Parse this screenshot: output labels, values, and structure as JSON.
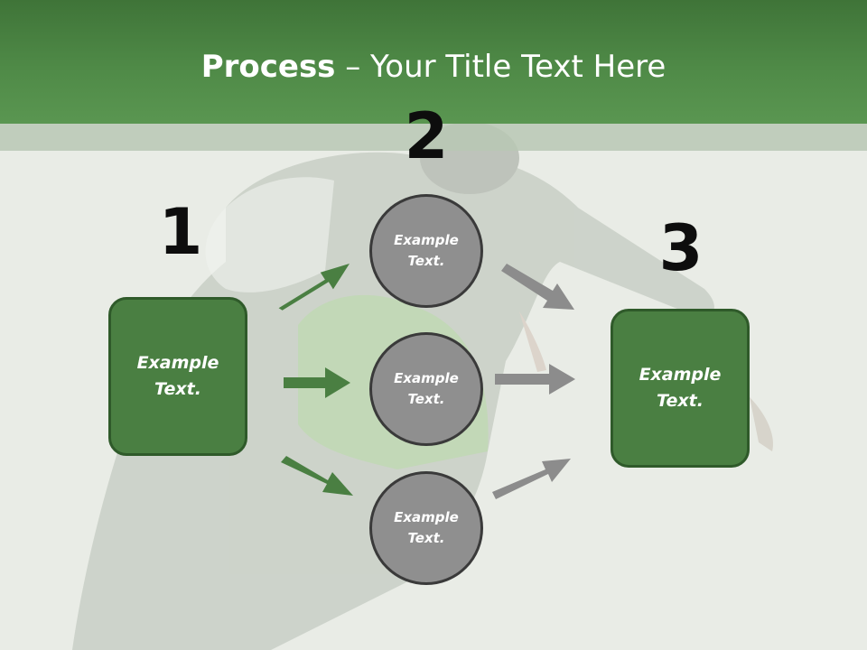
{
  "title": {
    "bold": "Process",
    "rest": " – Your Title Text Here"
  },
  "steps": [
    {
      "number": "1",
      "label": "Example Text."
    },
    {
      "number": "2",
      "circles": [
        "Example Text.",
        "Example Text.",
        "Example Text."
      ]
    },
    {
      "number": "3",
      "label": "Example Text."
    }
  ],
  "colors": {
    "header_green": "#4f8a47",
    "box_fill": "#4a7f42",
    "box_border": "#2f5a2a",
    "circle_fill": "#8f8f8f",
    "green_arrow": "#4a7f42",
    "gray_arrow": "#8c8c8c"
  }
}
